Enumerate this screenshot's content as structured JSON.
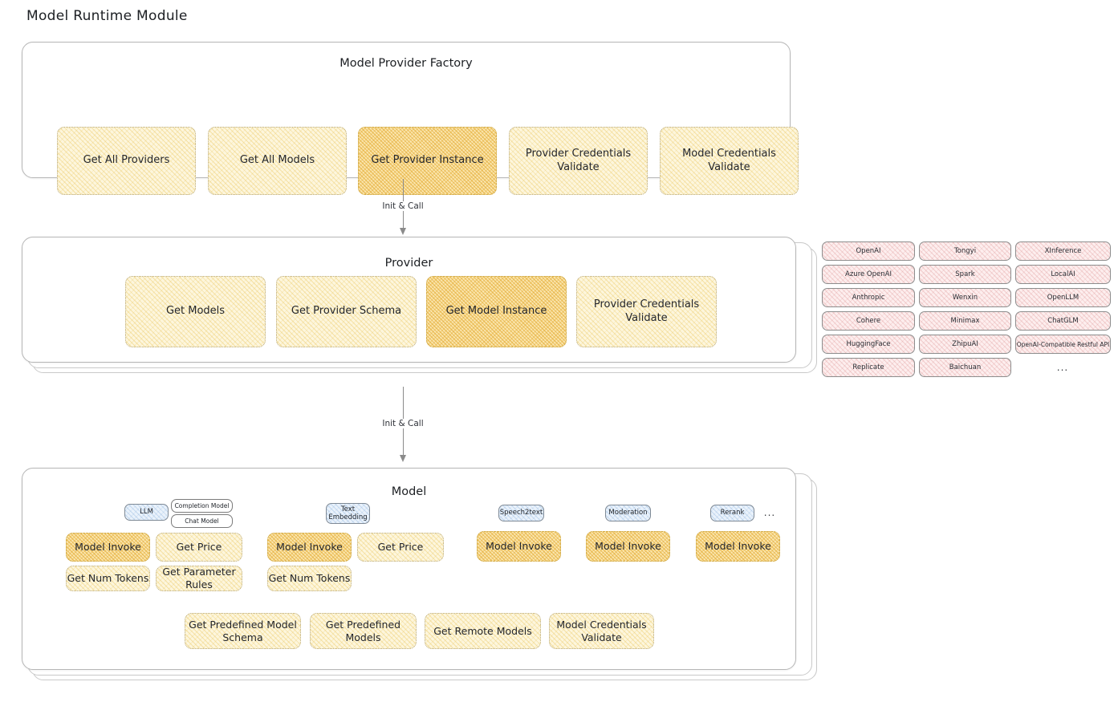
{
  "page": {
    "title": "Model Runtime Module"
  },
  "arrows": {
    "first_label": "Init & Call",
    "second_label": "Init & Call"
  },
  "factory": {
    "title": "Model Provider Factory",
    "methods": [
      {
        "label": "Get All Providers",
        "highlight": false
      },
      {
        "label": "Get All Models",
        "highlight": false
      },
      {
        "label": "Get Provider Instance",
        "highlight": true
      },
      {
        "label": "Provider Credentials Validate",
        "highlight": false
      },
      {
        "label": "Model Credentials Validate",
        "highlight": false
      }
    ]
  },
  "provider": {
    "title": "Provider",
    "methods": [
      {
        "label": "Get Models",
        "highlight": false
      },
      {
        "label": "Get Provider Schema",
        "highlight": false
      },
      {
        "label": "Get Model Instance",
        "highlight": true
      },
      {
        "label": "Provider Credentials Validate",
        "highlight": false
      }
    ]
  },
  "provider_list": {
    "columns": [
      [
        "OpenAI",
        "Azure OpenAI",
        "Anthropic",
        "Cohere",
        "HuggingFace",
        "Replicate"
      ],
      [
        "Tongyi",
        "Spark",
        "Wenxin",
        "Minimax",
        "ZhipuAI",
        "Baichuan"
      ],
      [
        "XInference",
        "LocalAI",
        "OpenLLM",
        "ChatGLM",
        "OpenAI-Compatible Restful API"
      ]
    ],
    "more": "..."
  },
  "model": {
    "title": "Model",
    "more": "...",
    "types": [
      {
        "name": "LLM",
        "sub": [
          "Completion Model",
          "Chat Model"
        ],
        "methods": [
          "Model Invoke",
          "Get Price",
          "Get Num Tokens",
          "Get Parameter Rules"
        ]
      },
      {
        "name": "Text Embedding",
        "sub": [],
        "methods": [
          "Model Invoke",
          "Get Price",
          "Get Num Tokens"
        ]
      },
      {
        "name": "Speech2text",
        "sub": [],
        "methods": [
          "Model Invoke"
        ]
      },
      {
        "name": "Moderation",
        "sub": [],
        "methods": [
          "Model Invoke"
        ]
      },
      {
        "name": "Rerank",
        "sub": [],
        "methods": [
          "Model Invoke"
        ]
      }
    ],
    "common_methods": [
      "Get Predefined Model Schema",
      "Get Predefined Models",
      "Get Remote Models",
      "Model Credentials Validate"
    ]
  }
}
